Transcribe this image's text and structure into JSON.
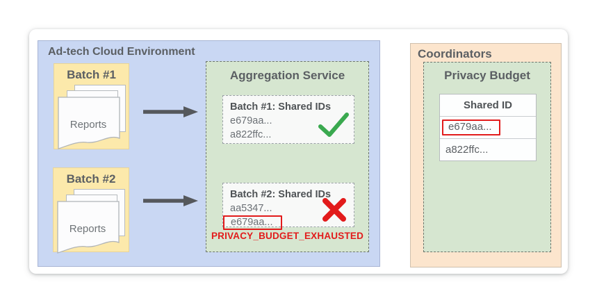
{
  "adtech": {
    "title": "Ad-tech Cloud Environment",
    "batches": [
      {
        "label": "Batch #1",
        "reports_label": "Reports"
      },
      {
        "label": "Batch #2",
        "reports_label": "Reports"
      }
    ],
    "aggregation": {
      "title": "Aggregation Service",
      "results": [
        {
          "title": "Batch #1: Shared IDs",
          "ids": [
            "e679aa...",
            "a822ffc..."
          ],
          "status": "success",
          "status_icon": "check-icon"
        },
        {
          "title": "Batch #2: Shared IDs",
          "ids": [
            "aa5347...",
            "e679aa..."
          ],
          "highlighted_id": "e679aa...",
          "status": "failure",
          "status_icon": "x-icon"
        }
      ],
      "error_label": "PRIVACY_BUDGET_EXHAUSTED"
    }
  },
  "coordinators": {
    "title": "Coordinators",
    "privacy_budget": {
      "title": "Privacy Budget",
      "table": {
        "header": "Shared ID",
        "rows": [
          {
            "id": "e679aa...",
            "highlighted": true
          },
          {
            "id": "a822ffc...",
            "highlighted": false
          }
        ]
      }
    }
  },
  "colors": {
    "cloud_blue": "#c9d7f3",
    "batch_yellow": "#fce9ab",
    "service_green": "#d6e6d0",
    "coordinator_peach": "#fce5cd",
    "error_red": "#e21b1b",
    "success_green": "#3aa94f",
    "text_dark_gray": "#5b5f63",
    "arrow_gray": "#55585c"
  }
}
